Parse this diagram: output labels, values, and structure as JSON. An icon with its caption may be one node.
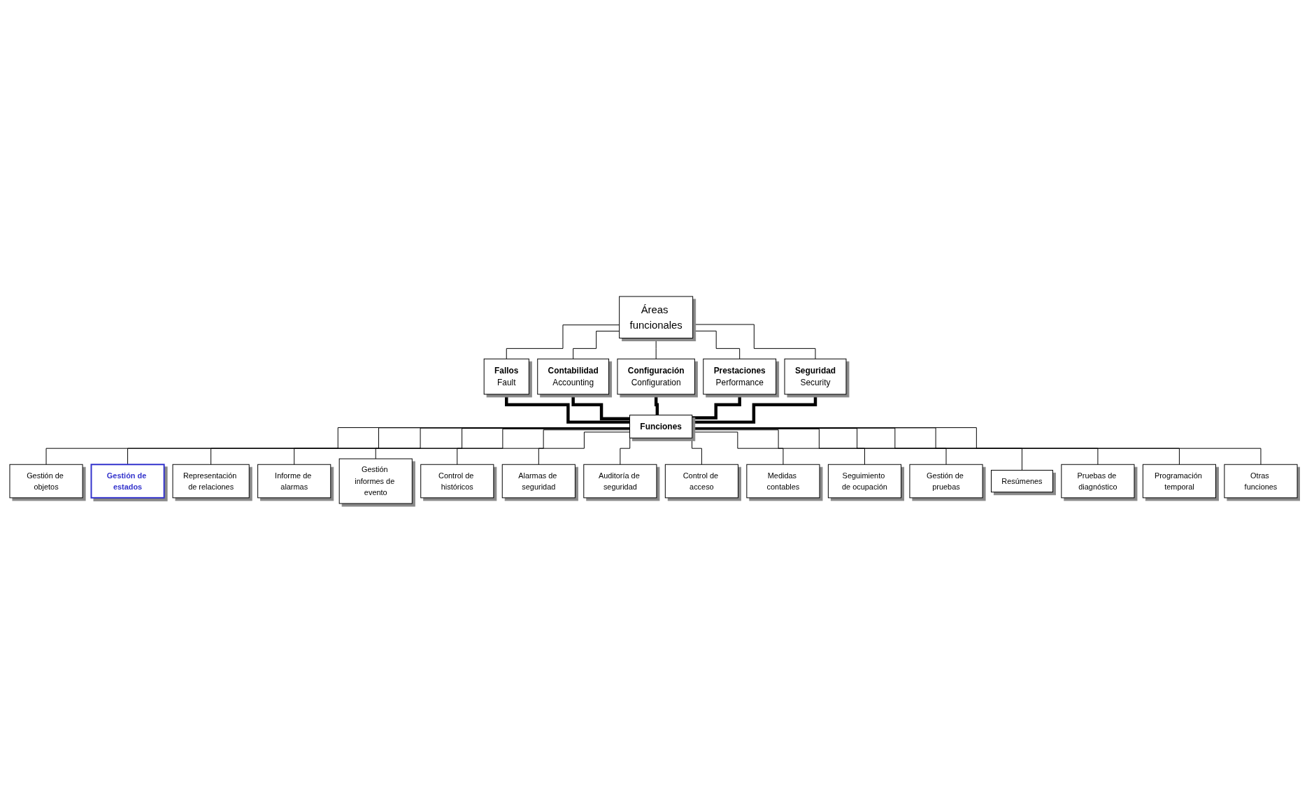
{
  "diagram": {
    "nodes": [
      {
        "text": [
          "Áreas funcionales"
        ]
      },
      {
        "text": [
          "Fallos",
          "Fault"
        ]
      },
      {
        "text": [
          "Contabilidad",
          "Accounting"
        ]
      },
      {
        "text": [
          "Configuración",
          "Configuration"
        ]
      },
      {
        "text": [
          "Prestaciones",
          "Performance"
        ]
      },
      {
        "text": [
          "Seguridad",
          "Security"
        ]
      },
      {
        "text": [
          "Funciones"
        ]
      },
      {
        "text": [
          "Gestión de objetos"
        ]
      },
      {
        "text": [
          "Gestión de estados"
        ]
      },
      {
        "text": [
          "Representación de relaciones"
        ]
      },
      {
        "text": [
          "Informe de alarmas"
        ]
      },
      {
        "text": [
          "Gestión informes de evento"
        ]
      },
      {
        "text": [
          "Control de históricos"
        ]
      },
      {
        "text": [
          "Alarmas de seguridad"
        ]
      },
      {
        "text": [
          "Auditoría de seguridad"
        ]
      },
      {
        "text": [
          "Control de acceso"
        ]
      },
      {
        "text": [
          "Medidas contables"
        ]
      },
      {
        "text": [
          "Seguimiento de ocupación"
        ]
      },
      {
        "text": [
          "Gestión de pruebas"
        ]
      },
      {
        "text": [
          "Resúmenes"
        ]
      },
      {
        "text": [
          "Pruebas de diagnóstico"
        ]
      },
      {
        "text": [
          "Programación temporal"
        ]
      },
      {
        "text": [
          "Otras funciones"
        ]
      }
    ],
    "edges": [
      {
        "from": 0,
        "to": 1,
        "arrow": "none"
      },
      {
        "from": 0,
        "to": 2,
        "arrow": "none"
      },
      {
        "from": 0,
        "to": 3,
        "arrow": "none"
      },
      {
        "from": 0,
        "to": 4,
        "arrow": "none"
      },
      {
        "from": 0,
        "to": 5,
        "arrow": "none"
      },
      {
        "from": 1,
        "to": 6,
        "arrow": "none",
        "style": "thick"
      },
      {
        "from": 2,
        "to": 6,
        "arrow": "none",
        "style": "thick"
      },
      {
        "from": 3,
        "to": 6,
        "arrow": "none",
        "style": "thick"
      },
      {
        "from": 4,
        "to": 6,
        "arrow": "none",
        "style": "thick"
      },
      {
        "from": 5,
        "to": 6,
        "arrow": "none",
        "style": "thick"
      },
      {
        "from": 6,
        "to": 7,
        "arrow": "none"
      },
      {
        "from": 6,
        "to": 8,
        "arrow": "none"
      },
      {
        "from": 6,
        "to": 9,
        "arrow": "none"
      },
      {
        "from": 6,
        "to": 10,
        "arrow": "none"
      },
      {
        "from": 6,
        "to": 11,
        "arrow": "none"
      },
      {
        "from": 6,
        "to": 12,
        "arrow": "none"
      },
      {
        "from": 6,
        "to": 13,
        "arrow": "none"
      },
      {
        "from": 6,
        "to": 14,
        "arrow": "none"
      },
      {
        "from": 6,
        "to": 15,
        "arrow": "none"
      },
      {
        "from": 6,
        "to": 16,
        "arrow": "none"
      },
      {
        "from": 6,
        "to": 17,
        "arrow": "none"
      },
      {
        "from": 6,
        "to": 18,
        "arrow": "none"
      },
      {
        "from": 6,
        "to": 19,
        "arrow": "none"
      },
      {
        "from": 6,
        "to": 20,
        "arrow": "none"
      },
      {
        "from": 6,
        "to": 21,
        "arrow": "none"
      },
      {
        "from": 6,
        "to": 22,
        "arrow": "none"
      }
    ]
  }
}
